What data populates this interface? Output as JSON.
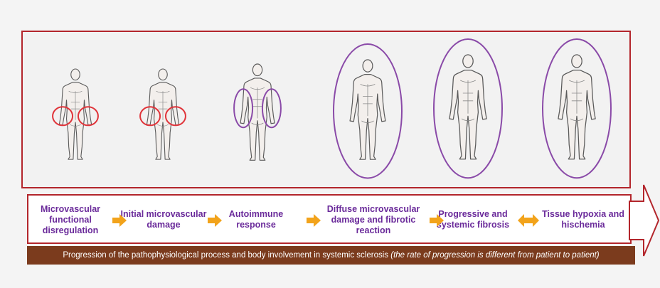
{
  "stages": [
    {
      "label": "Microvascular functional disregulation",
      "involvement": "hands-red"
    },
    {
      "label": "Initial microvascular damage",
      "involvement": "hands-red"
    },
    {
      "label": "Autoimmune response",
      "involvement": "arms-purple"
    },
    {
      "label": "Diffuse microvascular damage and fibrotic reaction",
      "involvement": "whole-body-purple"
    },
    {
      "label": "Progressive and systemic fibrosis",
      "involvement": "whole-body-purple"
    },
    {
      "label": "Tissue hypoxia and hischemia",
      "involvement": "whole-body-purple"
    }
  ],
  "connectors": [
    "arrow-right",
    "arrow-right",
    "arrow-right",
    "arrow-right",
    "arrow-double"
  ],
  "caption": {
    "main": "Progression of the pathophysiological process  and body involvement in systemic sclerosis",
    "note": "(the rate of progression is different from patient to patient)"
  },
  "colors": {
    "frame": "#b3262c",
    "label_text": "#6a2a9a",
    "local_circle": "#e0343a",
    "systemic_ellipse": "#8a4aa8",
    "arrow": "#f2a31b",
    "caption_bar": "#7b3b1d"
  }
}
